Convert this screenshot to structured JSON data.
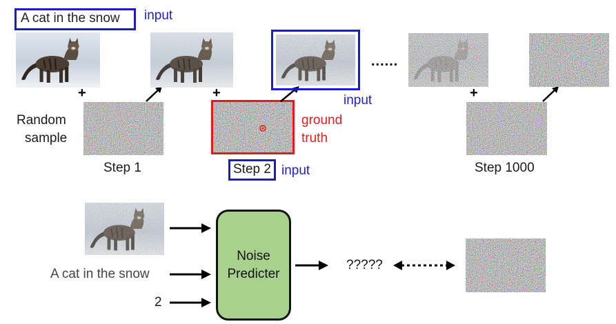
{
  "top": {
    "prompt_text": "A cat in the snow",
    "prompt_input_label": "input",
    "random_sample_line1": "Random",
    "random_sample_line2": "sample",
    "plus_sign": "+",
    "ellipsis": "......",
    "noisy_input_label": "input",
    "ground_truth_line1": "ground",
    "ground_truth_line2": "truth",
    "steps": [
      {
        "label": "Step 1"
      },
      {
        "label": "Step 2",
        "input_label": "input"
      },
      {
        "label": "Step 1000"
      }
    ]
  },
  "bottom": {
    "text_input": "A cat in the snow",
    "step_input": "2",
    "predictor_line1": "Noise",
    "predictor_line2": "Predicter",
    "output_text": "?????"
  },
  "colors": {
    "input_blue": "#1c1cc4",
    "ground_truth_red": "#e21b1b",
    "predictor_fill": "#a9d18e"
  },
  "icons": [
    "arrow-right-icon",
    "arrow-up-right-icon",
    "double-headed-dotted-arrow-icon"
  ]
}
